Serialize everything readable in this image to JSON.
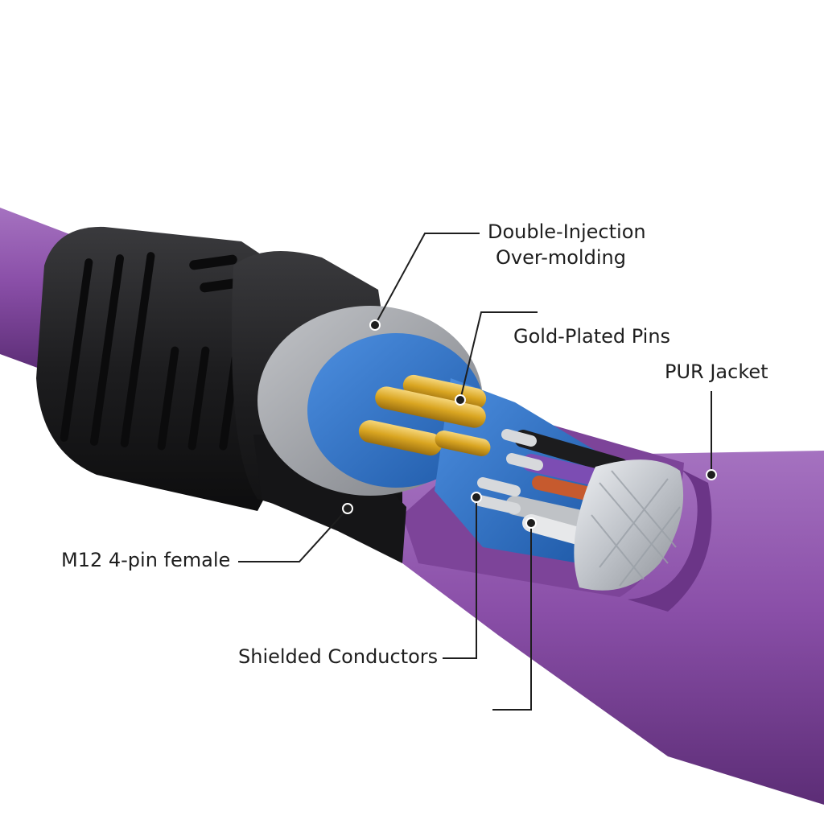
{
  "labels": {
    "double_injection_line1": "Double-Injection",
    "double_injection_line2": "Over-molding",
    "gold_plated_pins": "Gold-Plated Pins",
    "pur_jacket": "PUR Jacket",
    "m12_female": "M12 4-pin female",
    "shielded_conductors": "Shielded Conductors"
  },
  "colors": {
    "jacket": "#8a4fa8",
    "jacket_dark": "#5e2f78",
    "jacket_light": "#a26cbd",
    "overmold": "#1c1c1e",
    "insert_gray": "#9c9ea3",
    "insert_blue": "#2f73c9",
    "pin_gold": "#d9a521",
    "braid": "#c9cdd3",
    "leader": "#1e1e1e"
  }
}
